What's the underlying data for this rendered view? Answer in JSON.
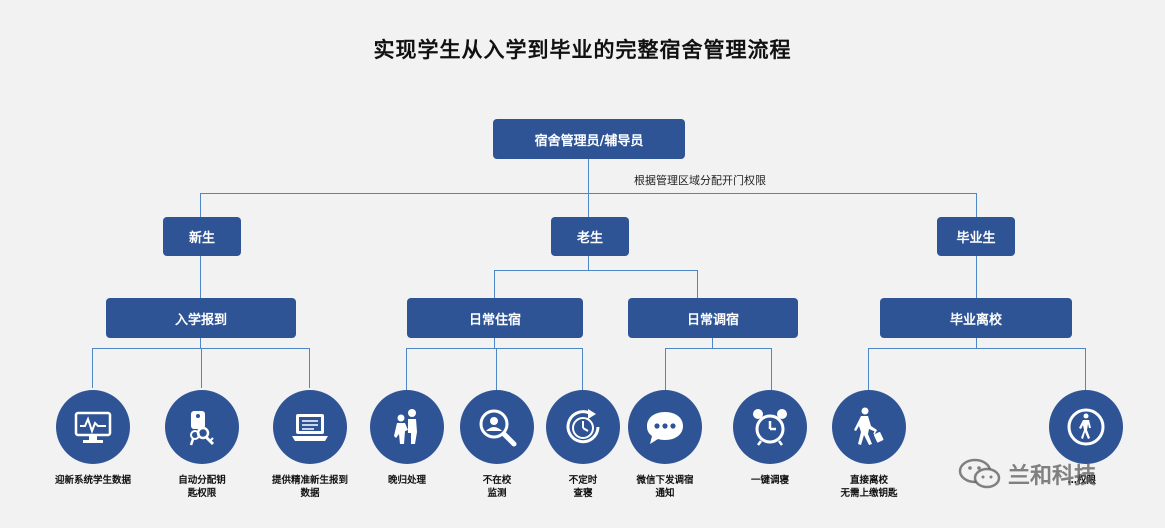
{
  "title": "实现学生从入学到毕业的完整宿舍管理流程",
  "root": {
    "label": "宿舍管理员/辅导员",
    "note": "根据管理区域分配开门权限"
  },
  "groups": [
    {
      "label": "新生",
      "stages": [
        {
          "label": "入学报到",
          "items": [
            "迎新系统学生数据",
            "自动分配钥\n匙权限",
            "提供精准新生报到\n数据"
          ]
        }
      ]
    },
    {
      "label": "老生",
      "stages": [
        {
          "label": "日常住宿",
          "items": [
            "晚归处理",
            "不在校\n监测",
            "不定时\n查寝"
          ]
        },
        {
          "label": "日常调宿",
          "items": [
            "微信下发调宿\n通知",
            "一键调寝"
          ]
        }
      ]
    },
    {
      "label": "毕业生",
      "stages": [
        {
          "label": "毕业离校",
          "items": [
            "直接离校\n无需上缴钥匙",
            "…权限"
          ]
        }
      ]
    }
  ],
  "icons": [
    "monitor-chart-icon",
    "key-tag-icon",
    "laptop-icon",
    "person-assist-icon",
    "search-person-icon",
    "clock-refresh-icon",
    "chat-bubble-icon",
    "alarm-clock-icon",
    "walking-luggage-icon",
    "pedestrian-sign-icon"
  ],
  "watermark": "兰和科技",
  "colors": {
    "box": "#2e5496",
    "line": "#4f86c6",
    "background": "#f1f2f1"
  }
}
